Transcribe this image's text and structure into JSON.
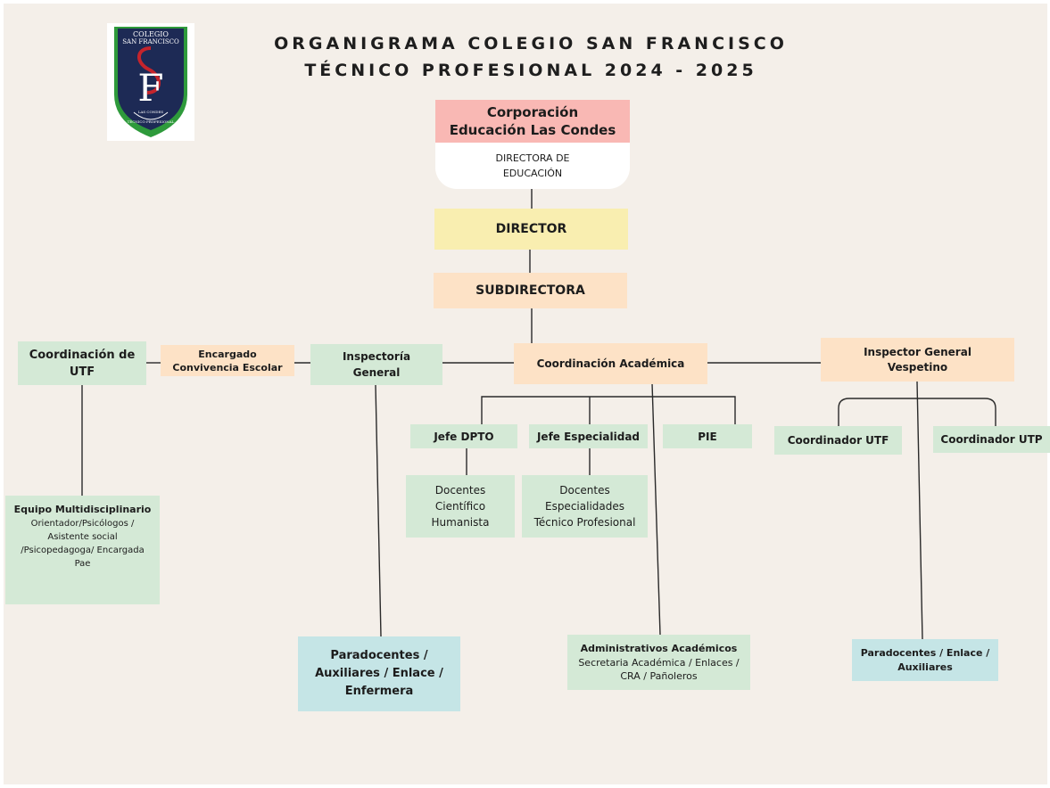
{
  "title_line1": "ORGANIGRAMA COLEGIO SAN FRANCISCO",
  "title_line2": "TÉCNICO PROFESIONAL 2024 - 2025",
  "logo": {
    "line1": "COLEGIO",
    "line2": "SAN FRANCISCO",
    "initial1": "S",
    "initial2": "F",
    "arc_text": "LAS CONDES",
    "bottom_text": "TÉCNICO PROFESIONAL",
    "colors": {
      "navy": "#1d2a55",
      "green": "#2e9a3b",
      "red": "#c4242c"
    }
  },
  "nodes": {
    "corporacion_title": "Corporación Educación Las Condes",
    "corporacion_sub": "DIRECTORA DE EDUCACIÓN",
    "director": "DIRECTOR",
    "subdirectora": "SUBDIRECTORA",
    "coord_utf": "Coordinación de UTF",
    "encargado_convivencia": "Encargado Convivencia Escolar",
    "inspectoria_general": "Inspectoría General",
    "coord_academica": "Coordinación Académica",
    "inspector_general_vespetino": "Inspector General Vespetino",
    "jefe_dpto": "Jefe DPTO",
    "jefe_especialidad": "Jefe Especialidad",
    "pie": "PIE",
    "coordinador_utf": "Coordinador UTF",
    "coordinador_utp": "Coordinador UTP",
    "docentes_ch": "Docentes Científico Humanista",
    "docentes_esp": "Docentes Especialidades Técnico Profesional",
    "equipo_title": "Equipo Multidisciplinario",
    "equipo_sub": "Orientador/Psicólogos / Asistente social /Psicopedagoga/ Encargada Pae",
    "paradocentes_1": "Paradocentes / Auxiliares / Enlace / Enfermera",
    "administrativos_title": "Administrativos Académicos",
    "administrativos_sub": "Secretaria Académica / Enlaces / CRA / Pañoleros",
    "paradocentes_2": "Paradocentes / Enlace / Auxiliares"
  },
  "colors": {
    "background": "#f4efe9",
    "green": "#d4e9d6",
    "peach": "#fde2c6",
    "yellow": "#f9eeb0",
    "teal": "#c5e5e6",
    "pink": "#f9b8b4"
  }
}
